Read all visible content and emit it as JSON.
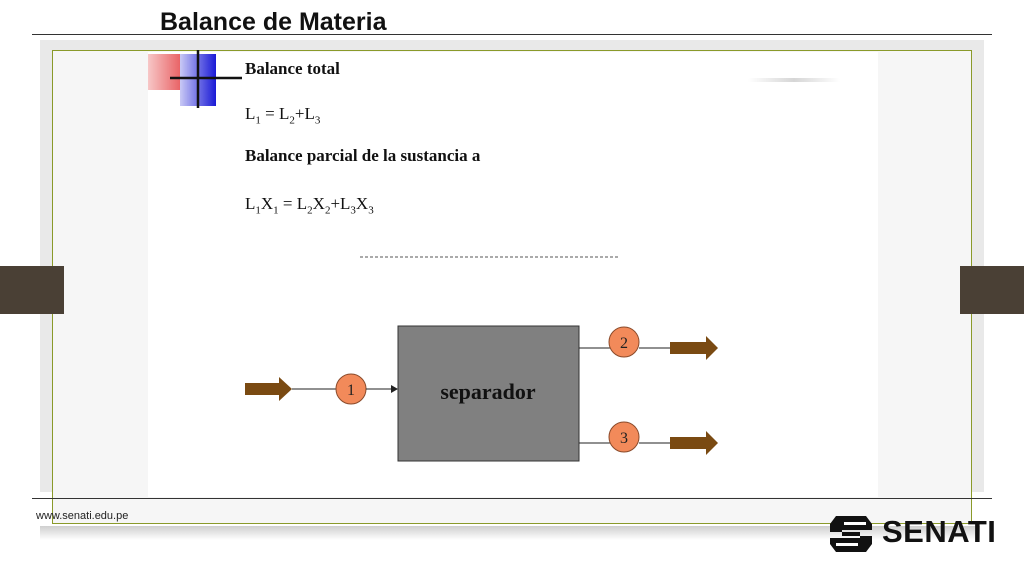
{
  "title": "Balance de Materia",
  "content": {
    "heading_total": "Balance total",
    "eq_total": [
      {
        "t": "L"
      },
      {
        "s": "1"
      },
      {
        "t": " = L"
      },
      {
        "s": "2"
      },
      {
        "t": "+L"
      },
      {
        "s": "3"
      }
    ],
    "heading_partial": "Balance parcial de la sustancia a",
    "eq_partial": [
      {
        "t": "L"
      },
      {
        "s": "1"
      },
      {
        "t": "X"
      },
      {
        "s": "1"
      },
      {
        "t": " = L"
      },
      {
        "s": "2"
      },
      {
        "t": "X"
      },
      {
        "s": "2"
      },
      {
        "t": "+L"
      },
      {
        "s": "3"
      },
      {
        "t": "X"
      },
      {
        "s": "3"
      }
    ]
  },
  "diagram": {
    "box_label": "separador",
    "streams": [
      {
        "label": "1"
      },
      {
        "label": "2"
      },
      {
        "label": "3"
      }
    ],
    "colors": {
      "box": "#808080",
      "circle": "#f28a5a",
      "arrow": "#7a4a12"
    }
  },
  "footer": {
    "url": "www.senati.edu.pe",
    "logo_text": "SENATI"
  }
}
